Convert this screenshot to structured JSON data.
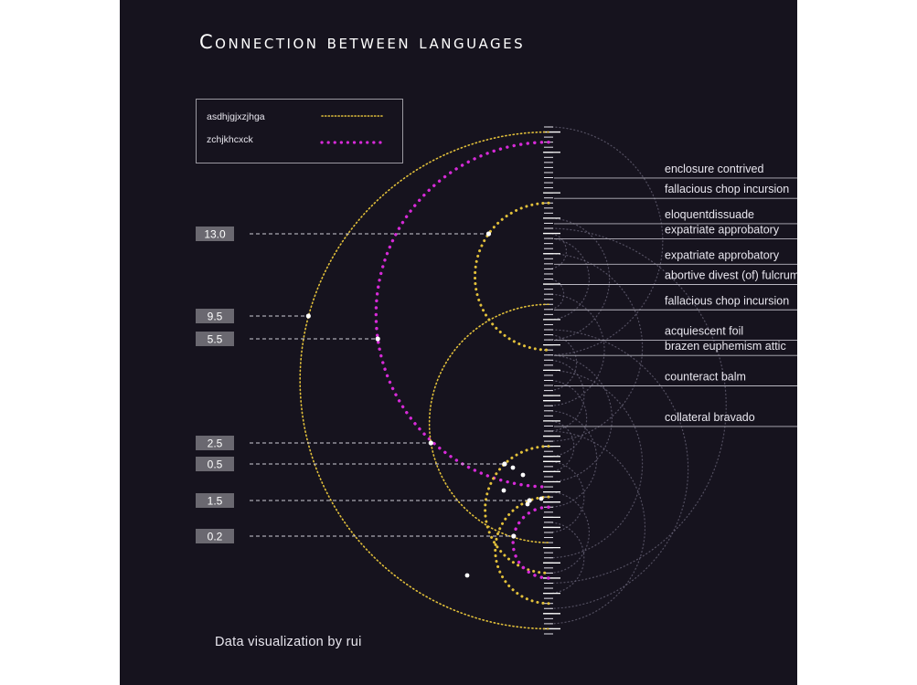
{
  "title": "Connection between languages",
  "credit": "Data  visualization by rui",
  "legend": [
    {
      "name": "asdhjgjxzjhga",
      "color": "#e2c03a",
      "style": "fine-dotted"
    },
    {
      "name": "zchjkhcxck",
      "color": "#d62ad8",
      "style": "bold-dotted"
    }
  ],
  "colors": {
    "background": "#16131e",
    "gold": "#e2c03a",
    "magenta": "#d62ad8",
    "ghost": "#6e6a7e",
    "axis": "#d8d6de"
  },
  "chart_data": {
    "type": "arc-diagram",
    "axis": {
      "ticks": 100,
      "labelled_tick_marks": 29
    },
    "node_labels": [
      "enclosure contrived",
      "fallacious chop incursion",
      "eloquentdissuade",
      "expatriate approbatory",
      "expatriate approbatory",
      "abortive divest (of) fulcrum",
      "fallacious chop incursion",
      "acquiescent foil",
      "brazen euphemism attic",
      "counteract balm",
      "collateral bravado"
    ],
    "node_positions": [
      9,
      13,
      18,
      21,
      26,
      30,
      35,
      41,
      44,
      50,
      58
    ],
    "value_labels": [
      "13.0",
      "9.5",
      "5.5",
      "2.5",
      "0.5",
      "1.5",
      "0.2"
    ],
    "links": [
      {
        "series": 0,
        "from": 1,
        "to": 99,
        "value": 9.5
      },
      {
        "series": 1,
        "from": 3,
        "to": 71,
        "value": 5.5
      },
      {
        "series": 0,
        "from": 15,
        "to": 44,
        "value": 13.0
      },
      {
        "series": 0,
        "from": 35,
        "to": 82,
        "value": 2.5
      },
      {
        "series": 0,
        "from": 63,
        "to": 88,
        "value": 0.5
      },
      {
        "series": 0,
        "from": 73,
        "to": 94,
        "value": 1.5
      },
      {
        "series": 1,
        "from": 75,
        "to": 89,
        "value": 0.2
      }
    ]
  }
}
